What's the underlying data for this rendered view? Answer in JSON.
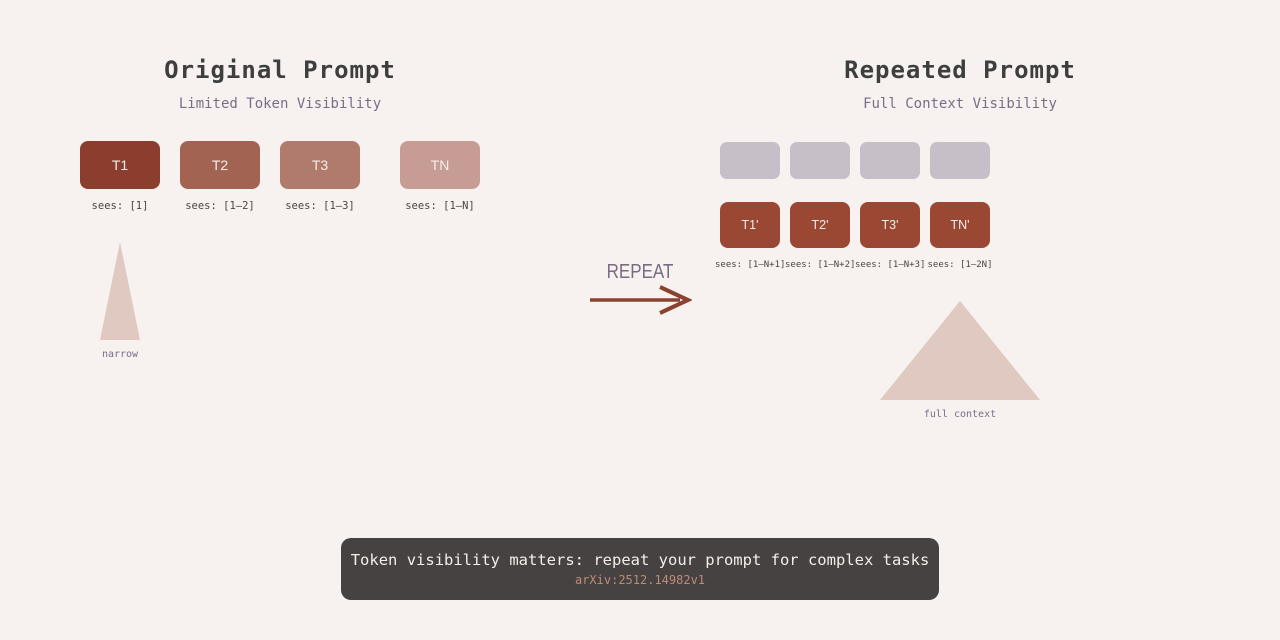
{
  "colors": {
    "background": "#F7F1EF",
    "title_text": "#3E3E3E",
    "subtitle_text": "#7B6D88",
    "ghost_token": "#C6BFC7",
    "repeated_token": "#9A4733",
    "triangle_fill": "#DFC9C1",
    "arrow": "#8A4130",
    "banner_bg": "#464241",
    "banner_text": "#F2EEE8",
    "banner_accent": "#BE8B76"
  },
  "left": {
    "title": "Original Prompt",
    "subtitle": "Limited Token Visibility",
    "tokens": [
      {
        "label": "T1",
        "sees": "sees: [1]",
        "color": "#8B3D2E"
      },
      {
        "label": "T2",
        "sees": "sees: [1–2]",
        "color": "#A26352"
      },
      {
        "label": "T3",
        "sees": "sees: [1–3]",
        "color": "#B07A6D"
      },
      {
        "label": "TN",
        "sees": "sees: [1–N]",
        "color": "#C69C94"
      }
    ],
    "triangle_label": "narrow"
  },
  "middle": {
    "repeat_label": "REPEAT"
  },
  "right": {
    "title": "Repeated Prompt",
    "subtitle": "Full Context Visibility",
    "ghost_color": "#C6BFC7",
    "token_color": "#9A4733",
    "tokens": [
      {
        "label": "T1'",
        "sees": "sees: [1–N+1]"
      },
      {
        "label": "T2'",
        "sees": "sees: [1–N+2]"
      },
      {
        "label": "T3'",
        "sees": "sees: [1–N+3]"
      },
      {
        "label": "TN'",
        "sees": "sees: [1–2N]"
      }
    ],
    "triangle_label": "full context"
  },
  "banner": {
    "title": "Token visibility matters: repeat your prompt for complex tasks",
    "subtitle": "arXiv:2512.14982v1"
  }
}
